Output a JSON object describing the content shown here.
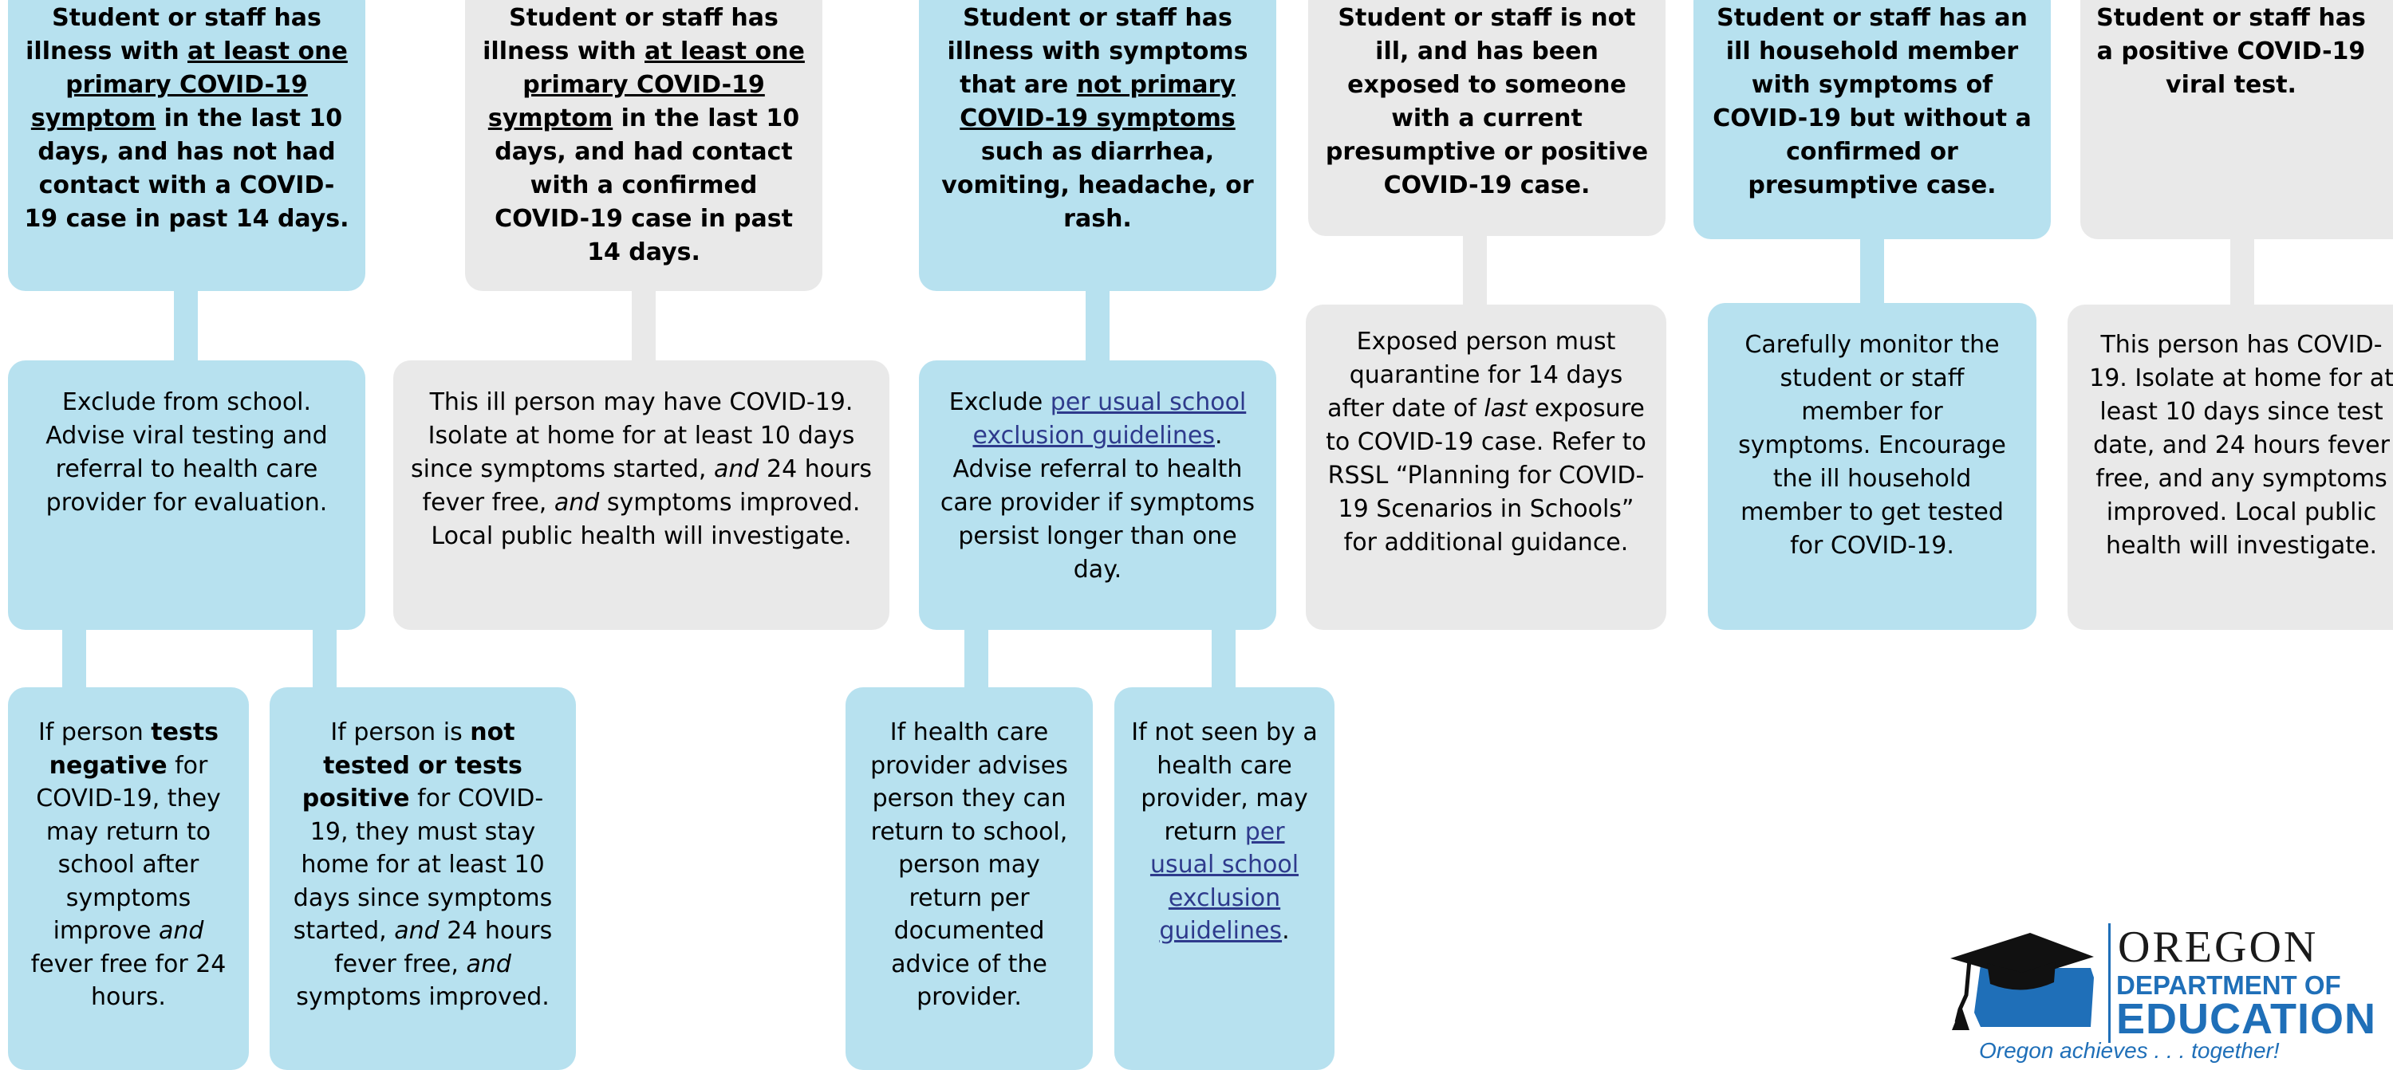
{
  "columns": [
    {
      "trigger": [
        "Student or staff has illness with ",
        "at least one primary COVID-19 symptom",
        " in the last 10 days, and has not had contact with a COVID-19 case in past 14 days."
      ],
      "action": "Exclude from school. Advise viral testing and referral to health care provider for evaluation.",
      "outcomes": [
        [
          "If person ",
          "tests negative",
          " for COVID-19, they may return to school after symptoms improve ",
          "and",
          " fever free for 24 hours."
        ],
        [
          "If person is ",
          "not tested or tests positive",
          " for COVID-19, they must stay home for at least 10 days since symptoms started, ",
          "and",
          " 24 hours fever free, ",
          "and",
          " symptoms improved."
        ]
      ]
    },
    {
      "trigger": [
        "Student or staff has illness with ",
        "at least one primary COVID-19 symptom",
        " in the last 10 days, and had contact with a confirmed COVID-19 case in past 14 days."
      ],
      "action": [
        "This ill person may have COVID-19. Isolate at home for at least 10 days since symptoms started, ",
        "and",
        " 24 hours fever free, ",
        "and",
        " symptoms improved. Local public health will investigate."
      ]
    },
    {
      "trigger": [
        "Student or staff has illness with symptoms that are ",
        "not primary COVID-19 symptoms",
        " such as diarrhea, vomiting, headache, or rash."
      ],
      "action": [
        "Exclude ",
        "per usual school exclusion guidelines",
        ". Advise referral to health care provider if symptoms persist longer than one day."
      ],
      "outcomes": [
        "If health care provider advises person they can return to school, person may return per documented advice of the provider.",
        [
          "If not seen by a health care provider, may return ",
          "per usual school exclusion guidelines",
          "."
        ]
      ]
    },
    {
      "trigger": "Student or staff is not ill, and has been exposed to someone with a current presumptive or positive COVID-19 case.",
      "action": [
        "Exposed person must quarantine for 14 days after date of ",
        "last",
        " exposure to COVID-19 case. Refer to RSSL “Planning for COVID-19 Scenarios in Schools” for additional guidance."
      ]
    },
    {
      "trigger": "Student or staff has an ill household member with symptoms of COVID-19 but without a confirmed or presumptive case.",
      "action": "Carefully monitor the student or staff member for symptoms. Encourage the ill household member to get tested for COVID-19."
    },
    {
      "trigger": "Student or staff has a positive COVID-19 viral test.",
      "action": "This person has COVID-19. Isolate at home for at least 10 days since test date, and 24 hours fever free, and any symptoms improved. Local public health will investigate."
    }
  ],
  "logo": {
    "line1": "OREGON",
    "line2": "DEPARTMENT OF",
    "line3": "EDUCATION",
    "tagline": "Oregon achieves . . . together!"
  },
  "colors": {
    "blue_box": "#b7e1ef",
    "gray_box": "#e9e9e9",
    "link": "#2e3a8c",
    "brand": "#1f6fb8"
  }
}
